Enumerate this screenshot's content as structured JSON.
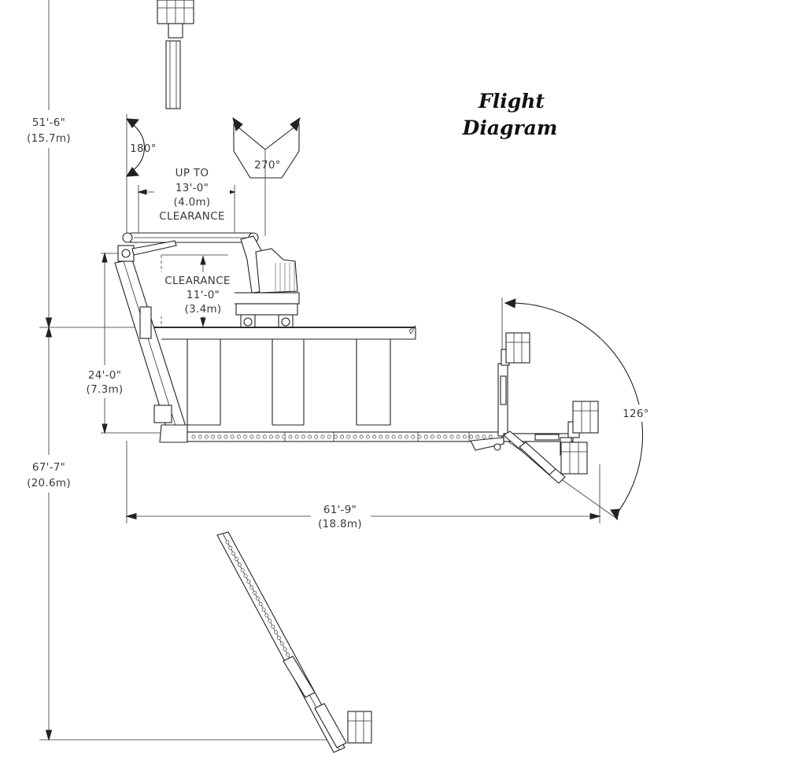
{
  "title": {
    "line1": "Flight",
    "line2": "Diagram"
  },
  "dimensions": {
    "max_height_ft": "51'-6\"",
    "max_height_m": "(15.7m)",
    "below_depth_ft": "67'-7\"",
    "below_depth_m": "(20.6m)",
    "pedestal_ft": "24'-0\"",
    "pedestal_m": "(7.3m)",
    "reach_ft": "61'-9\"",
    "reach_m": "(18.8m)",
    "clearance_top_line1": "UP TO",
    "clearance_top_ft": "13'-0\"",
    "clearance_top_m": "(4.0m)",
    "clearance_top_label": "CLEARANCE",
    "clearance_inner_label": "CLEARANCE",
    "clearance_inner_ft": "11'-0\"",
    "clearance_inner_m": "(3.4m)"
  },
  "angles": {
    "rotation_left": "180°",
    "rotation_top": "270°",
    "jib_swing": "126°"
  }
}
